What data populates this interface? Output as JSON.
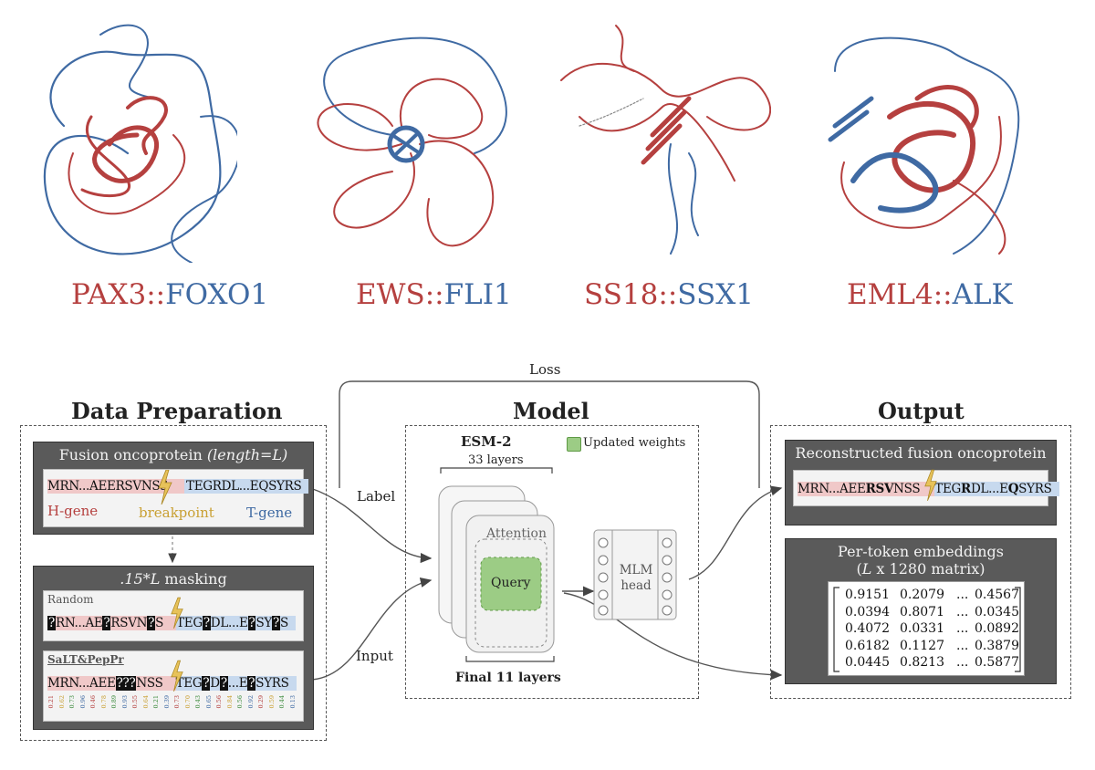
{
  "proteins": [
    {
      "h_gene": "PAX3",
      "sep": "::",
      "t_gene": "FOXO1"
    },
    {
      "h_gene": "EWS",
      "sep": "::",
      "t_gene": "FLI1"
    },
    {
      "h_gene": "SS18",
      "sep": "::",
      "t_gene": "SSX1"
    },
    {
      "h_gene": "EML4",
      "sep": "::",
      "t_gene": "ALK"
    }
  ],
  "colors": {
    "h_gene": "#b5403f",
    "t_gene": "#3f6aa3",
    "breakpoint": "#c9a033",
    "updated_weights": "#9ccc85"
  },
  "loss_label": "Loss",
  "label_arrow": "Label",
  "input_arrow": "Input",
  "data_prep": {
    "title": "Data Preparation",
    "fusion_box": {
      "header_plain": "Fusion oncoprotein ",
      "header_italic": "(length=L)",
      "seq_h": "MRN...AEERSVNSS",
      "seq_t": "TEGRDL...EQSYRS",
      "h_gene": "H-gene",
      "breakpoint": "breakpoint",
      "t_gene": "T-gene"
    },
    "masking_box": {
      "header_italic": ".15*L",
      "header_plain": " masking",
      "random_label": "Random",
      "random_seq": [
        "?",
        "RN...AE",
        "?",
        "RSVN",
        "?",
        "S",
        "TEG",
        "?",
        "DL...E",
        "?",
        "SY",
        "?",
        "S"
      ],
      "salt_label": "SaLT&PepPr",
      "salt_seq": [
        "MRN...AEE",
        "???",
        "NSS",
        "TEG",
        "?",
        "D",
        "?",
        "...E",
        "?",
        "SYRS"
      ],
      "probs": [
        "0.21",
        "0.62",
        "0.73",
        "0.96",
        "0.46",
        "0.78",
        "0.89",
        "0.93",
        "0.55",
        "0.64",
        "0.21",
        "0.39",
        "0.73",
        "0.70",
        "0.43",
        "0.65",
        "0.56",
        "0.84",
        "0.56",
        "0.92",
        "0.29",
        "0.59",
        "0.44",
        "0.13"
      ]
    }
  },
  "model": {
    "title": "Model",
    "esm": "ESM-2",
    "layers": "33 layers",
    "updated_weights": "Updated weights",
    "attention": "Attention",
    "query": "Query",
    "mlm_head": "MLM head",
    "final_layers": "Final 11 layers"
  },
  "output": {
    "title": "Output",
    "reconstructed": {
      "header": "Reconstructed fusion oncoprotein",
      "seq_h": [
        "MRN...AEE",
        "RSV",
        "NSS"
      ],
      "seq_t": [
        "TEG",
        "R",
        "DL...E",
        "Q",
        "SYRS"
      ]
    },
    "embeddings": {
      "header": "Per-token embeddings",
      "subheader_italic": "L",
      "subheader_rest": " x 1280 matrix)",
      "subheader_open": "(",
      "rows": [
        [
          "0.9151",
          "0.2079",
          "...",
          "0.4567"
        ],
        [
          "0.0394",
          "0.8071",
          "...",
          "0.0345"
        ],
        [
          "0.4072",
          "0.0331",
          "...",
          "0.0892"
        ],
        [
          "0.6182",
          "0.1127",
          "...",
          "0.3879"
        ],
        [
          "0.0445",
          "0.8213",
          "...",
          "0.5877"
        ]
      ]
    }
  }
}
